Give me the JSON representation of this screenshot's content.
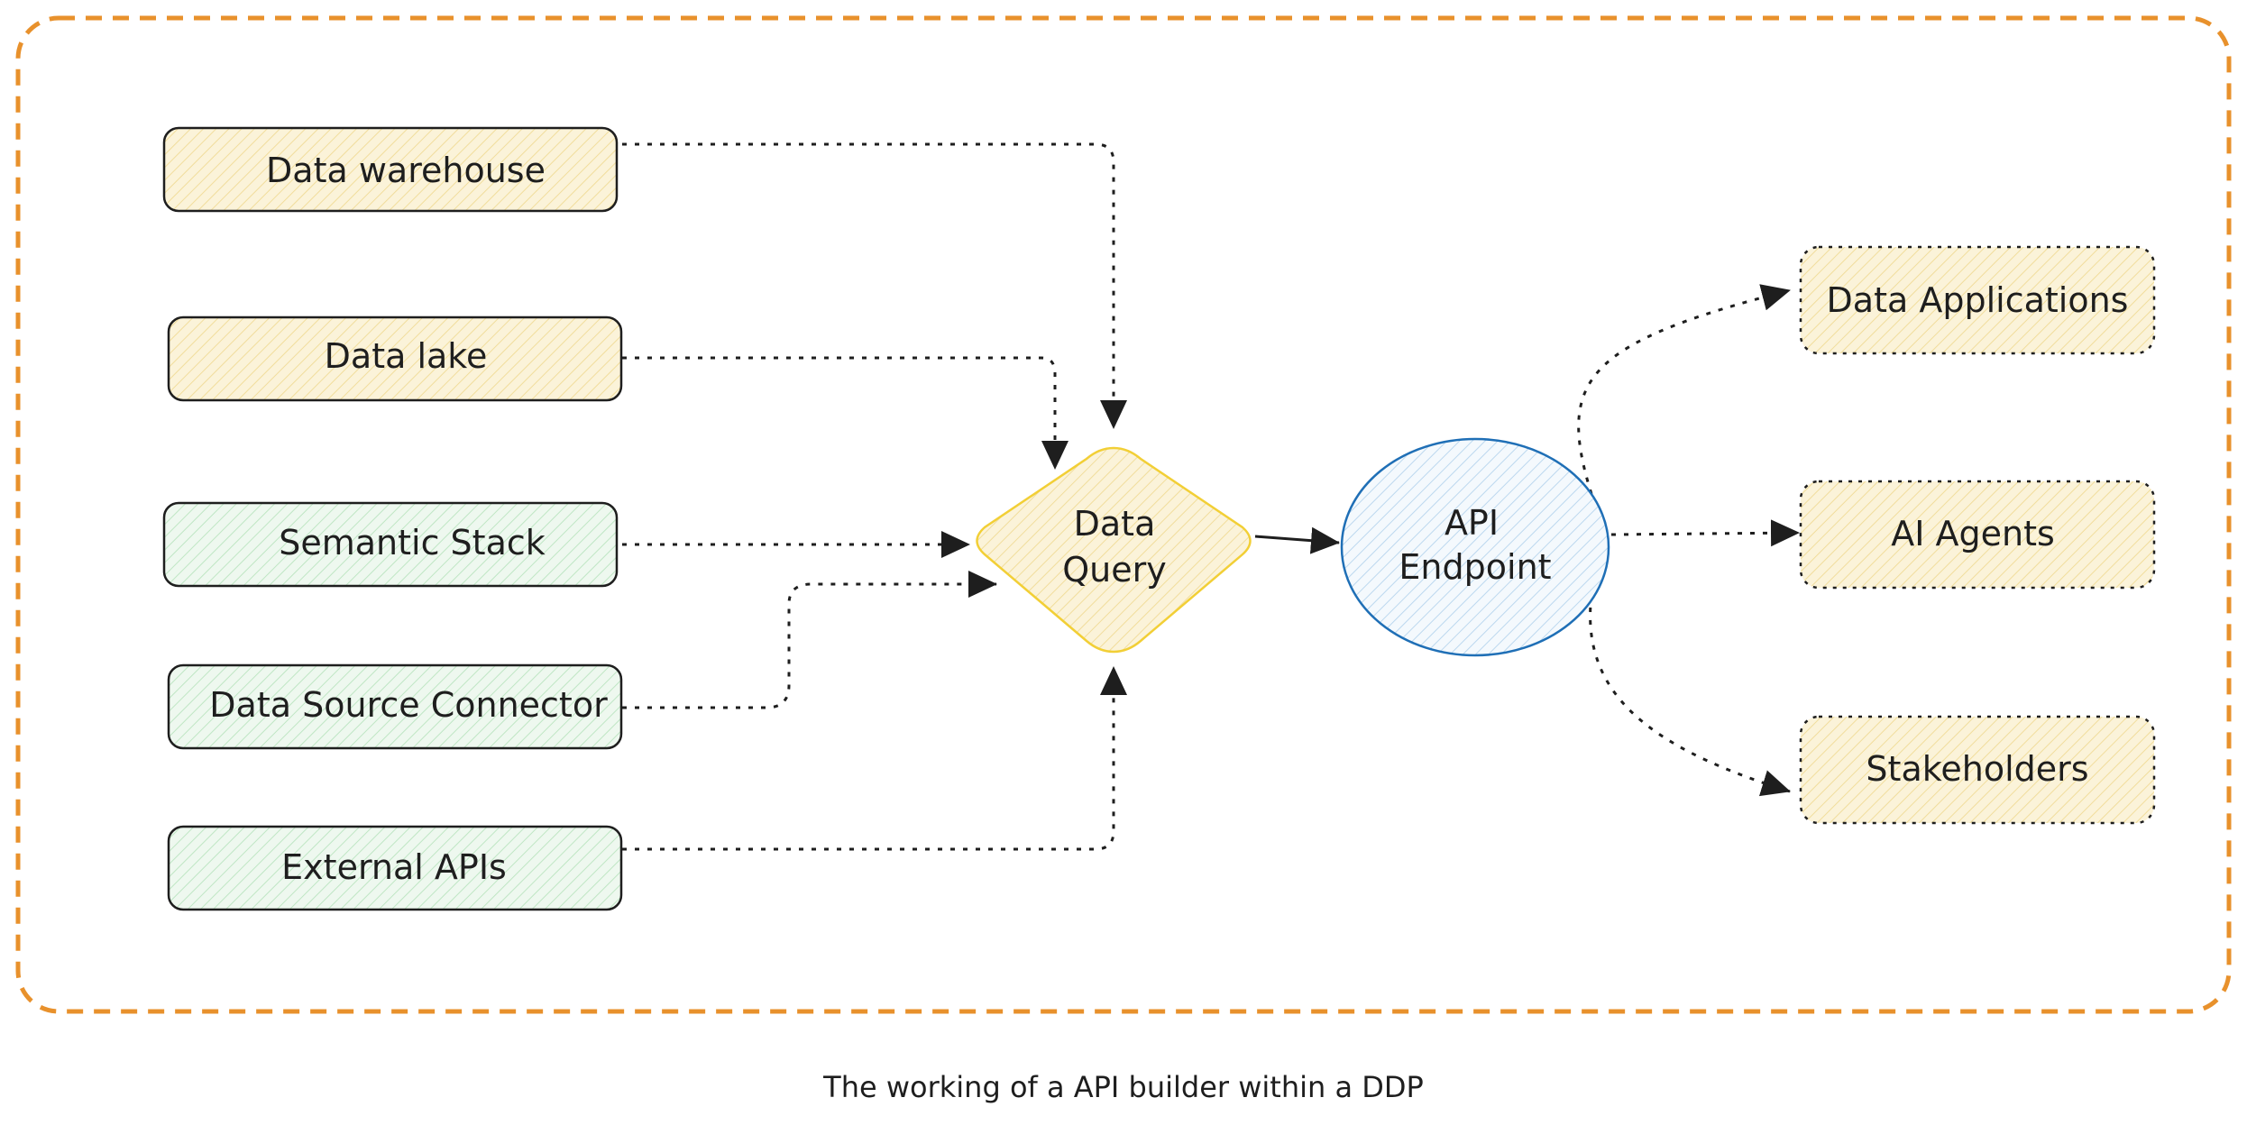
{
  "sources": [
    {
      "id": "warehouse",
      "label": "Data warehouse",
      "tint": "yellow"
    },
    {
      "id": "lake",
      "label": "Data lake",
      "tint": "yellow"
    },
    {
      "id": "semantic",
      "label": "Semantic Stack",
      "tint": "green"
    },
    {
      "id": "connector",
      "label": "Data Source Connector",
      "tint": "green"
    },
    {
      "id": "external",
      "label": "External APIs",
      "tint": "green"
    }
  ],
  "query": {
    "line1": "Data",
    "line2": "Query"
  },
  "endpoint": {
    "line1": "API",
    "line2": "Endpoint"
  },
  "consumers": [
    {
      "id": "apps",
      "label": "Data Applications"
    },
    {
      "id": "agents",
      "label": "AI Agents"
    },
    {
      "id": "stakeholders",
      "label": "Stakeholders"
    }
  ],
  "caption": "The working of a API builder within a DDP",
  "colors": {
    "frame": "#e8912c",
    "yellow_fill": "#fbf3d9",
    "yellow_hatch": "#f3e3a8",
    "green_fill": "#e6f6e8",
    "green_hatch": "#bfe6c4",
    "query_stroke": "#f2cf36",
    "endpoint_stroke": "#1f6fb6",
    "endpoint_hatch": "#b9d6ee",
    "ink": "#1e1e1e"
  }
}
